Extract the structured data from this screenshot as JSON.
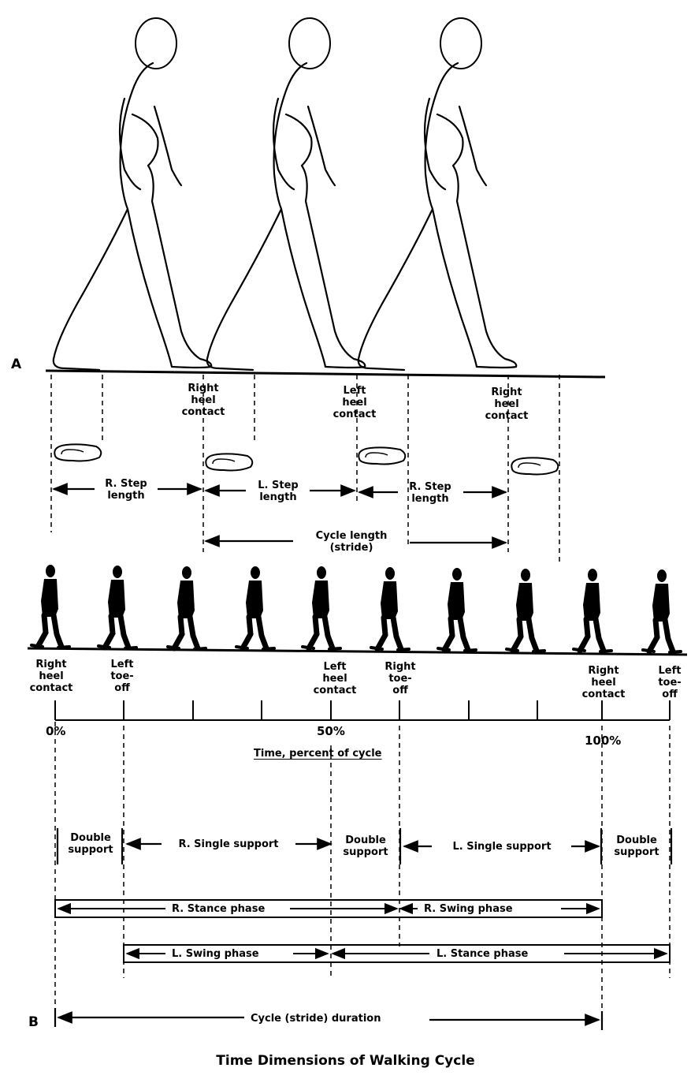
{
  "section_a": {
    "label": "A",
    "events": [
      "Right\nheel\ncontact",
      "Left\nheel\ncontact",
      "Right\nheel\ncontact"
    ],
    "steps": [
      "R. Step\nlength",
      "L. Step\nlength",
      "R. Step\nlength"
    ],
    "cycle_length": "Cycle length\n(stride)"
  },
  "section_b": {
    "label": "B",
    "events": [
      "Right\nheel\ncontact",
      "Left\ntoe-\noff",
      "Left\nheel\ncontact",
      "Right\ntoe-\noff",
      "Right\nheel\ncontact",
      "Left\ntoe-\noff"
    ],
    "ticks": [
      "0%",
      "50%",
      "100%"
    ],
    "axis_label": "Time, percent of cycle",
    "support": {
      "double_1": "Double\nsupport",
      "r_single": "R. Single support",
      "double_2": "Double\nsupport",
      "l_single": "L. Single support",
      "double_3": "Double\nsupport"
    },
    "phases": {
      "r_stance": "R. Stance phase",
      "r_swing": "R. Swing phase",
      "l_swing": "L. Swing phase",
      "l_stance": "L. Stance phase"
    },
    "cycle_duration": "Cycle (stride) duration"
  },
  "caption": "Time Dimensions of Walking Cycle"
}
